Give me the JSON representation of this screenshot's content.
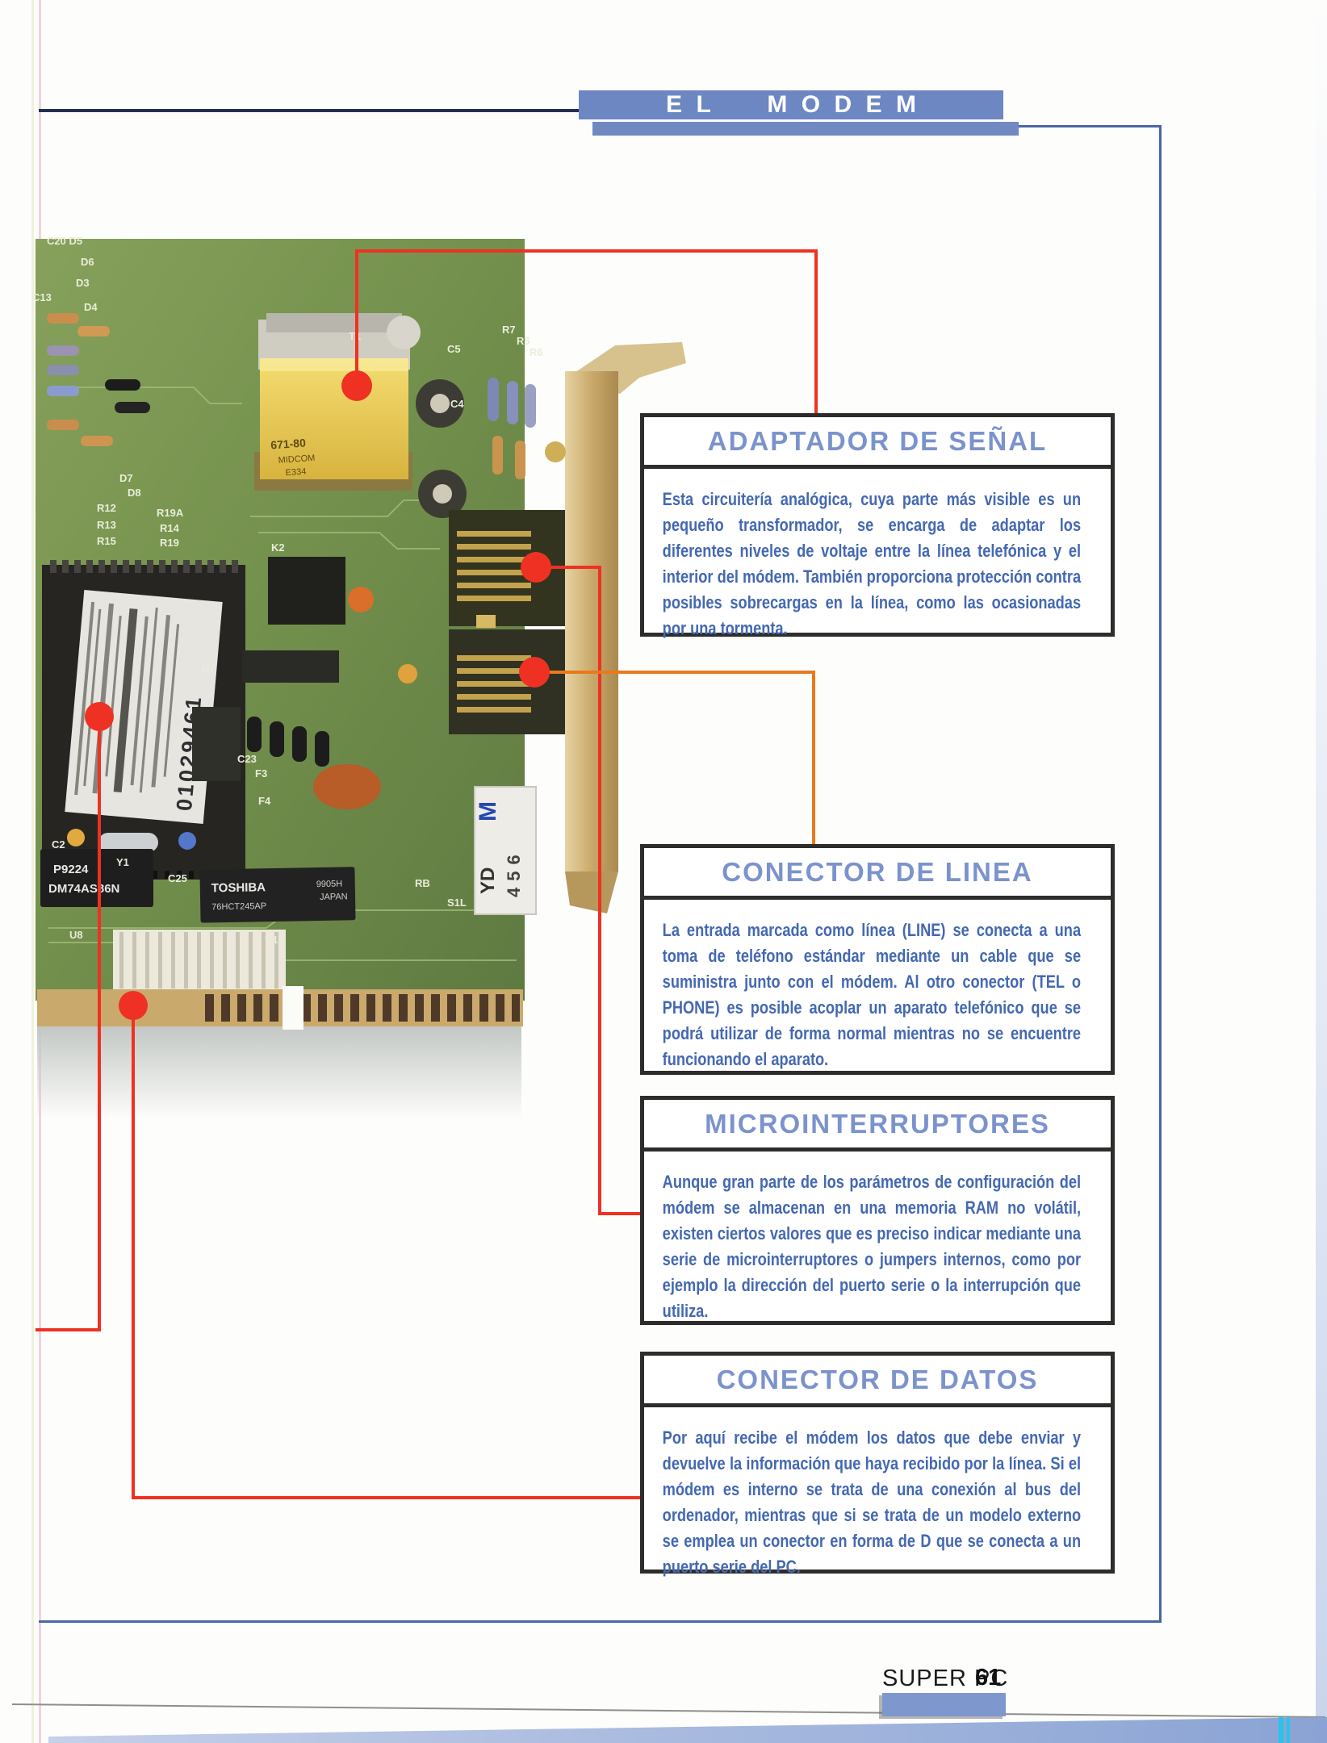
{
  "header": {
    "title": "EL MODEM"
  },
  "colors": {
    "title_bar_blue": "#6d87c2",
    "frame_blue": "#4a66a3",
    "callout_title_blue": "#7b93cc",
    "callout_body_blue": "#4468b2",
    "callout_line_red": "#ee3123",
    "callout_line_orange": "#e9791d",
    "pcb_green": "#7f9a55",
    "footer_bar_blue": "#7e97cd"
  },
  "callouts": [
    {
      "id": "adaptador-de-senal",
      "title": "ADAPTADOR DE SEÑAL",
      "body": "Esta circuitería analógica, cuya parte más visible es un pequeño transformador, se encarga de adaptar los diferentes niveles de voltaje entre la línea telefónica y el interior del módem. También proporciona protección contra posibles sobrecargas en la línea, como las ocasionadas por una tormenta."
    },
    {
      "id": "conector-de-linea",
      "title": "CONECTOR DE LINEA",
      "body": "La entrada marcada como línea (LINE) se conecta a una toma de teléfono estándar mediante un cable que se suministra junto con el módem. Al otro conector (TEL o PHONE) es posible acoplar un aparato telefónico que se podrá utilizar de forma normal mientras no se encuentre funcionando el aparato."
    },
    {
      "id": "microinterruptores",
      "title": "MICROINTERRUPTORES",
      "body": "Aunque gran parte de los parámetros de configuración del módem se almacenan en una memoria RAM no volátil, existen ciertos valores que es preciso indicar mediante una serie de microinterruptores o jumpers internos, como por ejemplo la dirección del puerto serie o la interrupción que utiliza."
    },
    {
      "id": "conector-de-datos",
      "title": "CONECTOR DE DATOS",
      "body": "Por aquí recibe el módem los datos que debe enviar y devuelve la información que haya recibido por la línea. Si el módem es interno se trata de una conexión al bus del ordenador, mientras que si se trata de un modelo externo se emplea un conector en forma de D que se conecta a un puerto serie del PC."
    }
  ],
  "photo": {
    "serial_number": "01029461",
    "transformer_label": [
      "671-80",
      "MIDCOM",
      "E334"
    ],
    "ic_toshiba": [
      "TOSHIBA",
      "76HCT245AP",
      "9905H",
      "JAPAN"
    ],
    "ic_logic": [
      "P9224",
      "DM74AS86N"
    ],
    "sticker": [
      "M",
      "YD",
      "456"
    ],
    "board_labels": [
      "C20 D5",
      "D6",
      "D3",
      "C13",
      "D4",
      "D7",
      "D8",
      "R12",
      "R13",
      "R15",
      "R19A",
      "R14",
      "R19",
      "T1",
      "C5",
      "C4",
      "R7",
      "R5",
      "R6",
      "K2",
      "U7",
      "C23",
      "F3",
      "F4",
      "C2",
      "Y1",
      "C25",
      "RB",
      "S1L",
      "U8",
      "U1"
    ]
  },
  "footer": {
    "magazine": "SUPER PC",
    "page_number": "61"
  }
}
